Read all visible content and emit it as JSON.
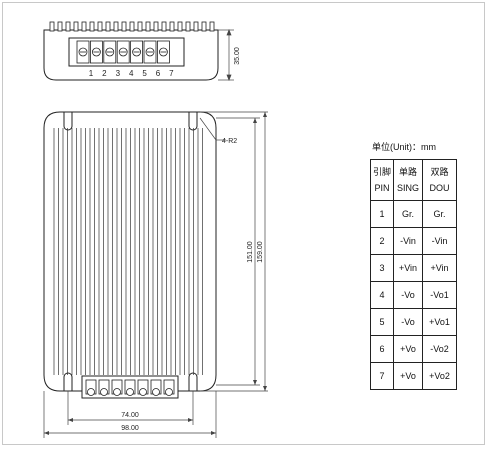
{
  "terminal_numbers": [
    "1",
    "2",
    "3",
    "4",
    "5",
    "6",
    "7"
  ],
  "dimensions": {
    "top_height": "35.00",
    "corner_radius": "4-R2",
    "inner_length": "151.00",
    "outer_length": "159.00",
    "bottom_span": "74.00",
    "total_width": "98.00"
  },
  "unit_label": "单位(Unit)：mm",
  "pin_table": {
    "header_cn": [
      "引脚",
      "单路",
      "双路"
    ],
    "header_en": [
      "PIN",
      "SING",
      "DOU"
    ],
    "rows": [
      [
        "1",
        "Gr.",
        "Gr."
      ],
      [
        "2",
        "-Vin",
        "-Vin"
      ],
      [
        "3",
        "+Vin",
        "+Vin"
      ],
      [
        "4",
        "-Vo",
        "-Vo1"
      ],
      [
        "5",
        "-Vo",
        "+Vo1"
      ],
      [
        "6",
        "+Vo",
        "-Vo2"
      ],
      [
        "7",
        "+Vo",
        "+Vo2"
      ]
    ]
  }
}
